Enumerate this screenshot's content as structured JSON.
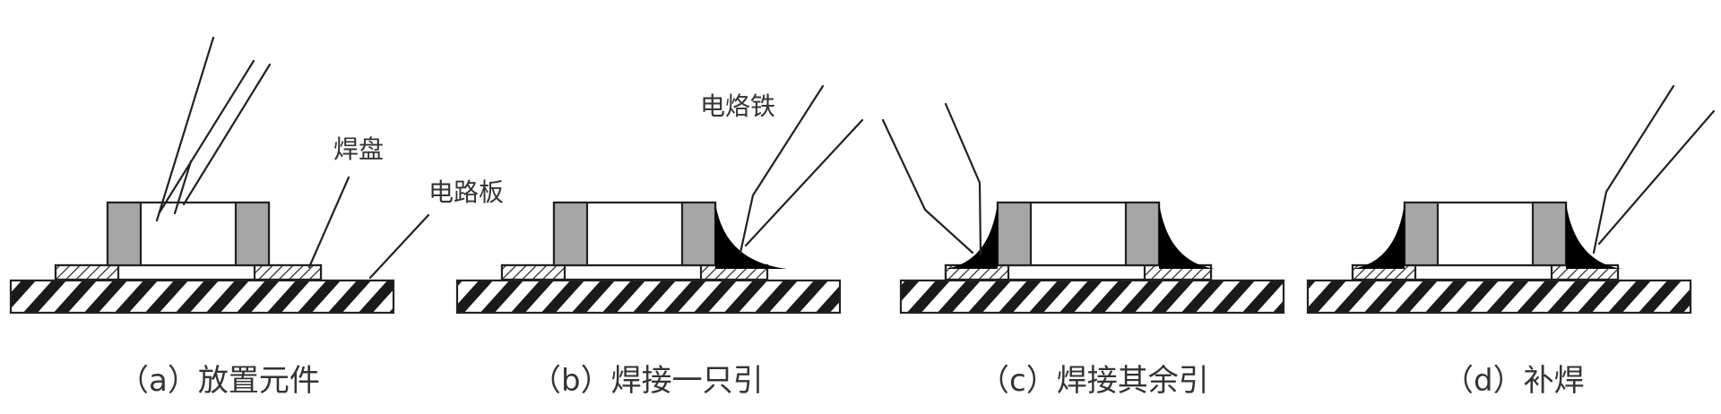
{
  "labels": {
    "pad": "焊盘",
    "board": "电路板",
    "iron": "电烙铁"
  },
  "captions": {
    "a": "（a）放置元件",
    "b": "（b）焊接一只引",
    "c": "（c）焊接其余引",
    "d": "（d）补焊"
  },
  "colors": {
    "body": "#ffffff",
    "terminal": "#a6a6a6",
    "solder": "#000000",
    "outline": "#222222"
  }
}
